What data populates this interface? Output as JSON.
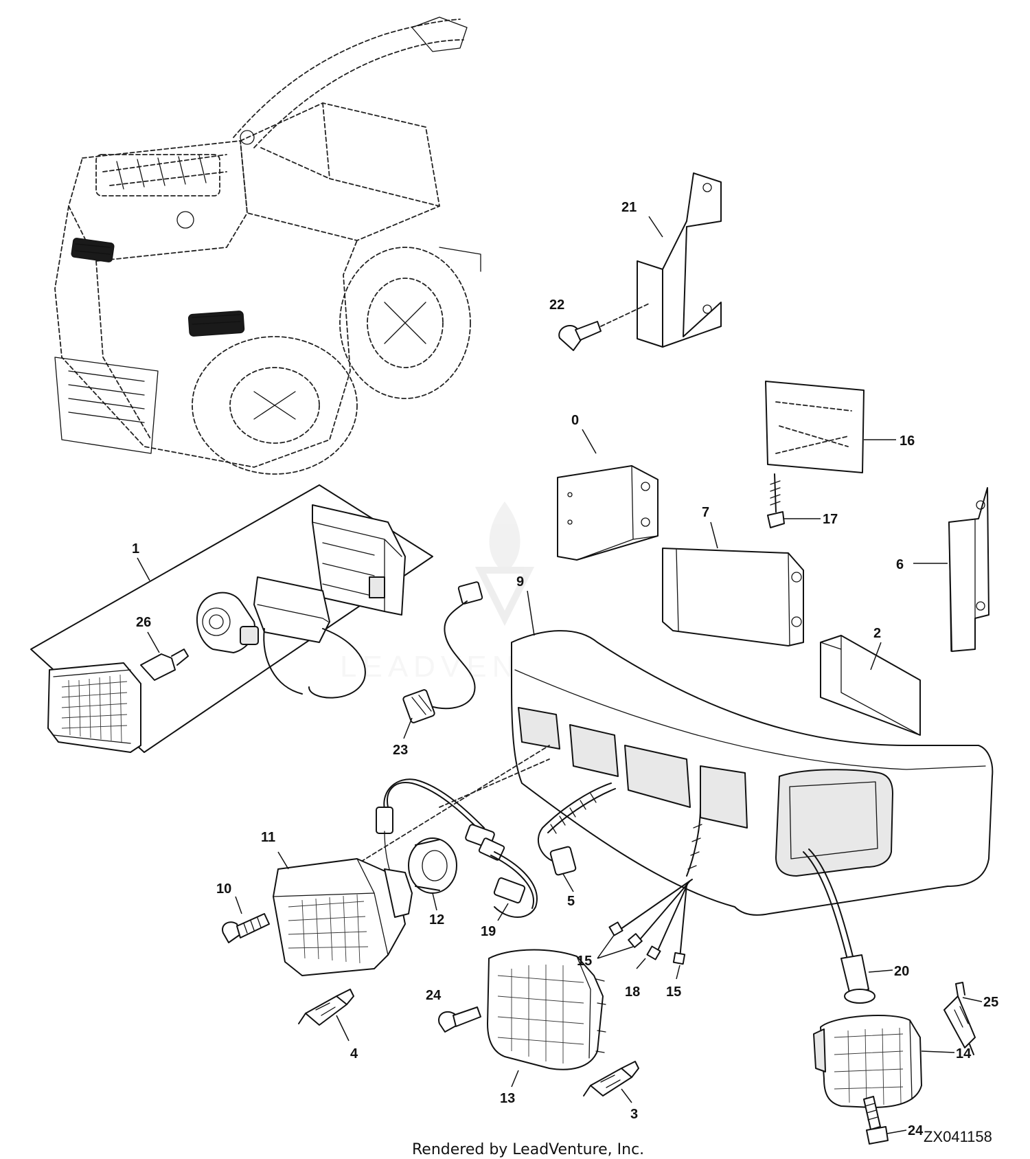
{
  "callouts": {
    "c1": "1",
    "c26": "26",
    "c23": "23",
    "c21": "21",
    "c22": "22",
    "c0": "0",
    "c16": "16",
    "c17": "17",
    "c7": "7",
    "c6": "6",
    "c9": "9",
    "c2": "2",
    "c11": "11",
    "c10": "10",
    "c12": "12",
    "c19": "19",
    "c5": "5",
    "c15a": "15",
    "c18": "18",
    "c15b": "15",
    "c20": "20",
    "c24a": "24",
    "c13": "13",
    "c3": "3",
    "c4": "4",
    "c25": "25",
    "c14": "14",
    "c24b": "24"
  },
  "figure_id": "ZX041158",
  "footer": "Rendered by LeadVenture, Inc.",
  "watermark": "LEADVENTURE"
}
